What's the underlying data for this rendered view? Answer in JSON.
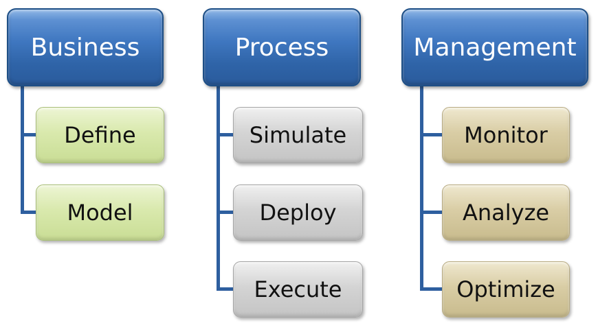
{
  "diagram": {
    "groups": [
      {
        "title": "Business",
        "items": [
          "Define",
          "Model"
        ],
        "item_color": "#d9e9ad"
      },
      {
        "title": "Process",
        "items": [
          "Simulate",
          "Deploy",
          "Execute"
        ],
        "item_color": "#d4d4d4"
      },
      {
        "title": "Management",
        "items": [
          "Monitor",
          "Analyze",
          "Optimize"
        ],
        "item_color": "#d9cda5"
      }
    ],
    "header_color": "#3f77c0",
    "connector_color": "#2e5f9f"
  }
}
